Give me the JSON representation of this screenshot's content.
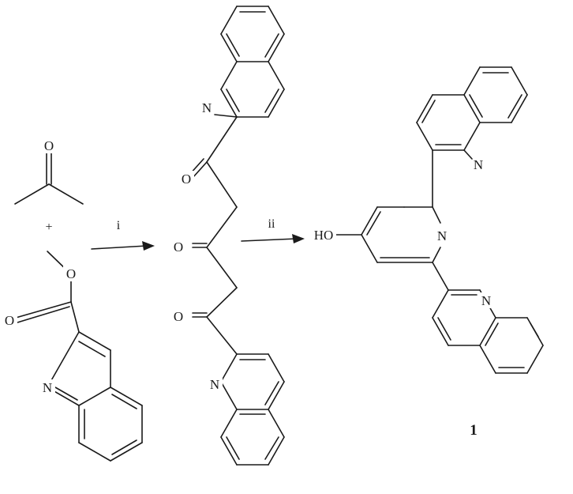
{
  "reagents": {
    "plus_sign": "+",
    "acetone": {
      "O": "O"
    },
    "methyl_ester": {
      "O_carbonyl": "O",
      "O_ester": "O",
      "N": "N"
    }
  },
  "arrows": {
    "step1": "i",
    "step2": "ii"
  },
  "intermediate": {
    "O_top": "O",
    "O_mid": "O",
    "O_bot": "O",
    "N_top": "N",
    "N_bot": "N"
  },
  "product": {
    "HO": "HO",
    "N_pyridine": "N",
    "N_top": "N",
    "N_bot": "N",
    "compound_number": "1"
  }
}
